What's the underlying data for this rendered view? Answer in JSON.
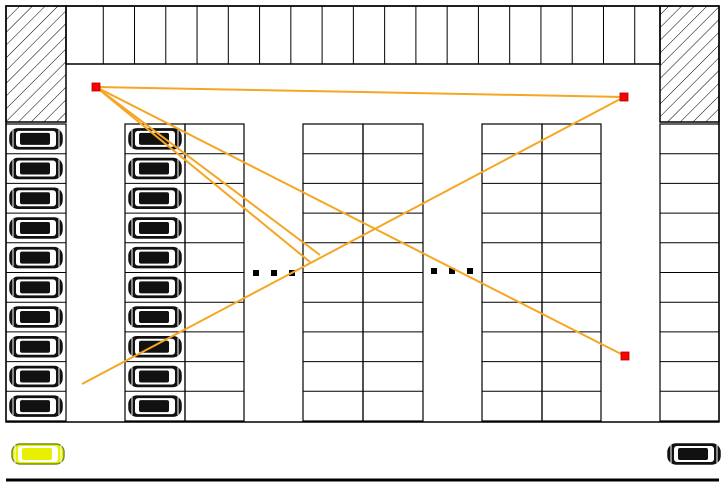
{
  "diagram": {
    "description_text": "",
    "colors": {
      "background": "#ffffff",
      "lines": "#000000",
      "hatch": "#000000",
      "path": "#f5a623",
      "node": "#ff0000",
      "parked_car": "#111111",
      "parked_car_window": "#ffffff",
      "moving_car": "#e8f000",
      "moving_car_outline": "#6e8f2a"
    },
    "icons": {
      "parked_car": "car-top-view-icon",
      "moving_car": "car-top-view-icon",
      "node": "waypoint-node-icon",
      "ellipsis": "ellipsis-dots-icon"
    },
    "ellipsis_groups": 2,
    "ellipsis_dots_per_group": 3,
    "nodes": [
      {
        "id": "A",
        "label": ""
      },
      {
        "id": "B",
        "label": ""
      },
      {
        "id": "C",
        "label": ""
      }
    ],
    "paths": [
      {
        "from": "A",
        "to": "B"
      },
      {
        "from": "A",
        "to": "C"
      },
      {
        "from": "A",
        "to": "junction"
      },
      {
        "from": "B",
        "to": "lower-left"
      }
    ],
    "parked_cars": {
      "left_column": 10,
      "second_column": 10,
      "bottom_right": 1
    },
    "moving_cars": 1
  }
}
